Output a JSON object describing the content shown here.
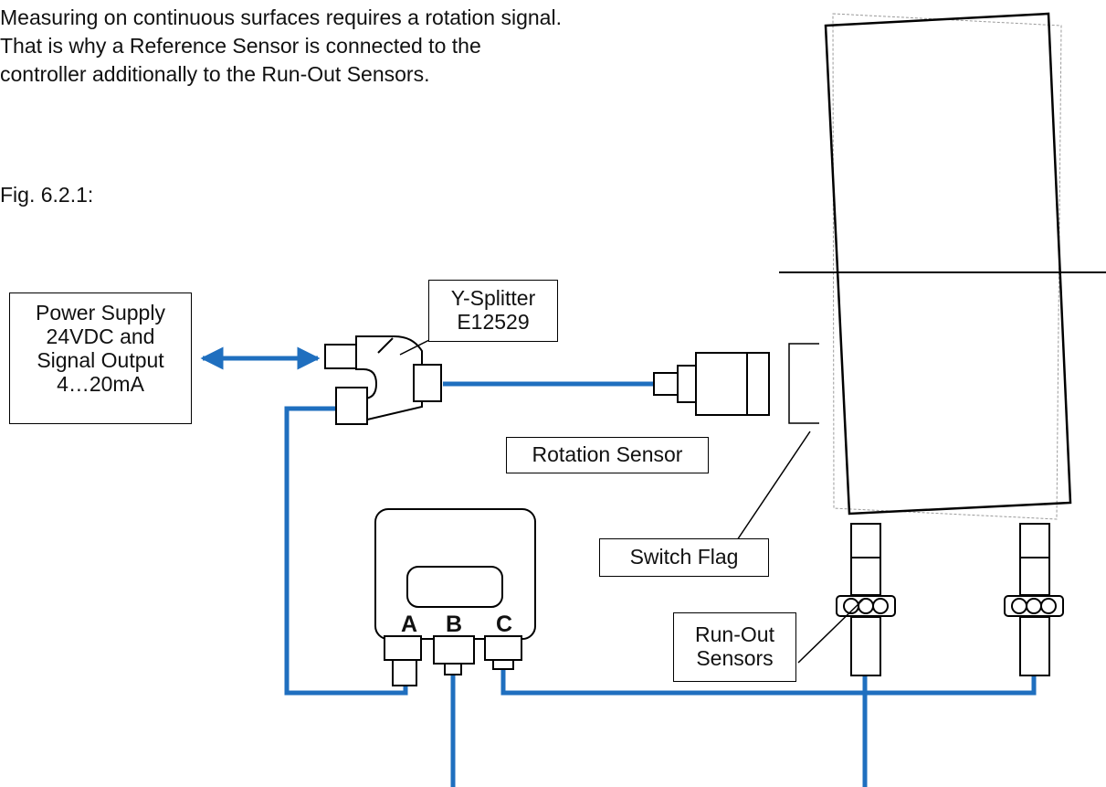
{
  "intro": {
    "lines": [
      "Measuring on continuous surfaces requires a rotation signal.",
      "That is why a Reference Sensor is connected to the",
      "controller additionally to the Run-Out Sensors."
    ]
  },
  "figure_label": "Fig. 6.2.1:",
  "diagram": {
    "power_supply": [
      "Power Supply",
      "24VDC and",
      "Signal Output",
      "4…20mA"
    ],
    "y_splitter": [
      "Y-Splitter",
      "E12529"
    ],
    "rotation_sensor": "Rotation Sensor",
    "switch_flag": "Switch Flag",
    "run_out_sensors": [
      "Run-Out",
      "Sensors"
    ],
    "ports": [
      "A",
      "B",
      "C"
    ]
  },
  "colors": {
    "cable": "#1f6fbf",
    "outline": "#000000",
    "ghost_outline": "#9a9a9a"
  }
}
